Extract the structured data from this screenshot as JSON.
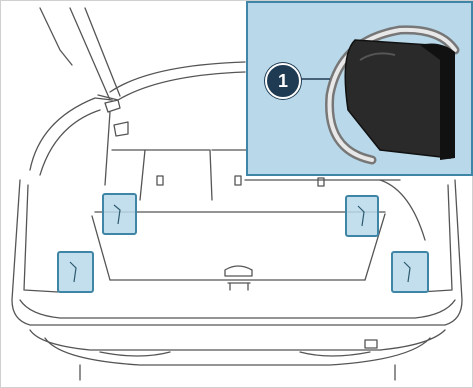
{
  "callout": {
    "number": "1"
  },
  "icons": {
    "vehicle": "vehicle-rear-open-trunk",
    "clip": "securing-eye-closeup"
  },
  "colors": {
    "highlight_fill": "#b9d9ea",
    "highlight_border": "#3f86a6",
    "callout_badge": "#1f3b53",
    "line": "#555555"
  }
}
